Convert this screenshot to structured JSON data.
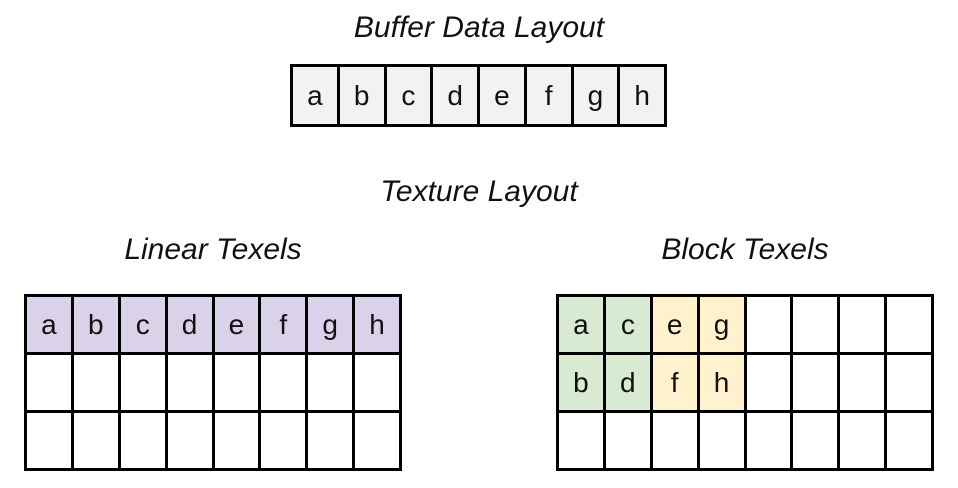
{
  "titles": {
    "buffer": "Buffer Data Layout",
    "texture": "Texture Layout",
    "linear": "Linear Texels",
    "block": "Block Texels"
  },
  "buffer_cells": [
    "a",
    "b",
    "c",
    "d",
    "e",
    "f",
    "g",
    "h"
  ],
  "linear_grid": [
    [
      "a",
      "b",
      "c",
      "d",
      "e",
      "f",
      "g",
      "h"
    ],
    [
      "",
      "",
      "",
      "",
      "",
      "",
      "",
      ""
    ],
    [
      "",
      "",
      "",
      "",
      "",
      "",
      "",
      ""
    ]
  ],
  "block_grid": [
    [
      "a",
      "c",
      "e",
      "g",
      "",
      "",
      "",
      ""
    ],
    [
      "b",
      "d",
      "f",
      "h",
      "",
      "",
      "",
      ""
    ],
    [
      "",
      "",
      "",
      "",
      "",
      "",
      "",
      ""
    ]
  ],
  "colors": {
    "buffer_fill": "#f2f2f2",
    "linear_fill": "#d9d2e9",
    "block_green": "#d9ead3",
    "block_yellow": "#fff2cc",
    "empty_fill": "#ffffff"
  }
}
